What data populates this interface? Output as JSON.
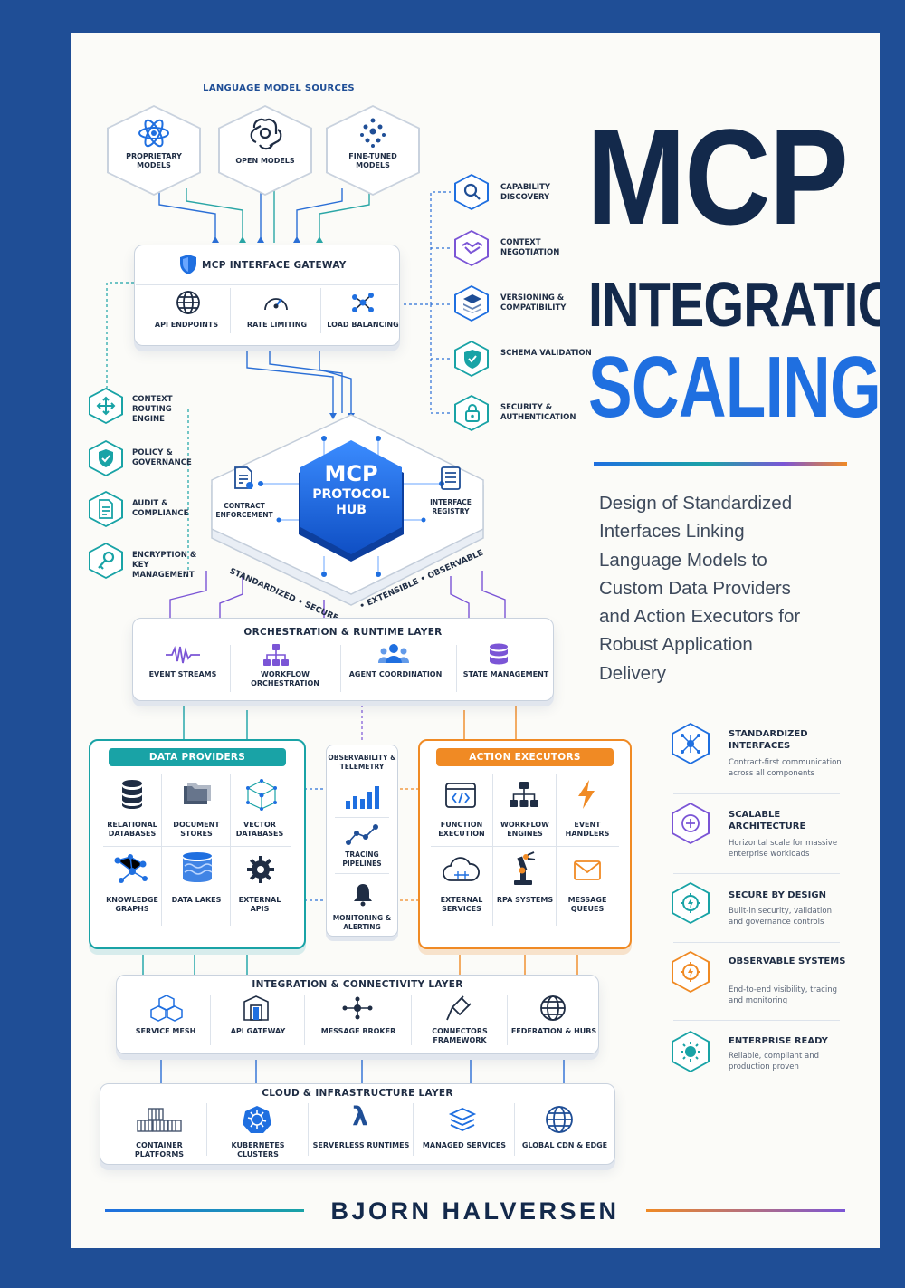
{
  "cover": {
    "title_line1": "MCP",
    "title_line2": "INTEGRATION",
    "title_line3": "SCALING",
    "subtitle": "Design of Standardized Interfaces Linking Language Models to Custom Data Providers and Action Executors for Robust Application Delivery",
    "author": "BJORN HALVERSEN"
  },
  "colors": {
    "navy": "#13294b",
    "blue": "#1f6fe0",
    "border": "#1f4e96",
    "teal": "#19a3a6",
    "orange": "#f08a24",
    "purple": "#7b55d6"
  },
  "model_sources": {
    "title": "LANGUAGE MODEL SOURCES",
    "items": [
      {
        "label": "PROPRIETARY MODELS",
        "icon": "atom-icon"
      },
      {
        "label": "OPEN MODELS",
        "icon": "openai-knot-icon"
      },
      {
        "label": "FINE-TUNED MODELS",
        "icon": "dots-cluster-icon"
      }
    ]
  },
  "gateway": {
    "title": "MCP INTERFACE GATEWAY",
    "items": [
      {
        "label": "API ENDPOINTS",
        "icon": "globe-icon"
      },
      {
        "label": "RATE LIMITING",
        "icon": "gauge-icon"
      },
      {
        "label": "LOAD BALANCING",
        "icon": "network-nodes-icon"
      }
    ]
  },
  "right_capabilities": [
    {
      "label": "CAPABILITY DISCOVERY",
      "icon": "magnifier-icon"
    },
    {
      "label": "CONTEXT NEGOTIATION",
      "icon": "handshake-icon"
    },
    {
      "label": "VERSIONING & COMPATIBILITY",
      "icon": "layers-icon"
    },
    {
      "label": "SCHEMA VALIDATION",
      "icon": "shield-check-icon"
    },
    {
      "label": "SECURITY & AUTHENTICATION",
      "icon": "padlock-icon"
    }
  ],
  "left_controls": [
    {
      "label": "CONTEXT ROUTING ENGINE",
      "icon": "routing-arrows-icon"
    },
    {
      "label": "POLICY & GOVERNANCE",
      "icon": "shield-check-icon"
    },
    {
      "label": "AUDIT & COMPLIANCE",
      "icon": "document-icon"
    },
    {
      "label": "ENCRYPTION & KEY MANAGEMENT",
      "icon": "key-icon"
    }
  ],
  "hub": {
    "title_line1": "MCP",
    "title_line2": "PROTOCOL",
    "title_line3": "HUB",
    "left": {
      "label": "CONTRACT ENFORCEMENT",
      "icon": "contract-icon"
    },
    "right": {
      "label": "INTERFACE REGISTRY",
      "icon": "registry-icon"
    },
    "ring_left": "STANDARDIZED • SECURE",
    "ring_right": "• EXTENSIBLE • OBSERVABLE"
  },
  "orchestration": {
    "title": "ORCHESTRATION & RUNTIME LAYER",
    "items": [
      {
        "label": "EVENT STREAMS",
        "icon": "waveform-icon"
      },
      {
        "label": "WORKFLOW ORCHESTRATION",
        "icon": "hierarchy-icon"
      },
      {
        "label": "AGENT COORDINATION",
        "icon": "people-icon"
      },
      {
        "label": "STATE MANAGEMENT",
        "icon": "database-icon"
      }
    ]
  },
  "data_providers": {
    "title": "DATA PROVIDERS",
    "items": [
      {
        "label": "RELATIONAL DATABASES",
        "icon": "database-icon"
      },
      {
        "label": "DOCUMENT STORES",
        "icon": "folders-icon"
      },
      {
        "label": "VECTOR DATABASES",
        "icon": "vector-cube-icon"
      },
      {
        "label": "KNOWLEDGE GRAPHS",
        "icon": "graph-icon"
      },
      {
        "label": "DATA LAKES",
        "icon": "lake-icon"
      },
      {
        "label": "EXTERNAL APIS",
        "icon": "gear-icon"
      }
    ]
  },
  "observability": {
    "title": "OBSERVABILITY & TELEMETRY",
    "items": [
      {
        "label": "",
        "icon": "bar-chart-icon"
      },
      {
        "label": "TRACING PIPELINES",
        "icon": "trace-icon"
      },
      {
        "label": "MONITORING & ALERTING",
        "icon": "bell-icon"
      }
    ]
  },
  "action_executors": {
    "title": "ACTION EXECUTORS",
    "items": [
      {
        "label": "FUNCTION EXECUTION",
        "icon": "code-window-icon"
      },
      {
        "label": "WORKFLOW ENGINES",
        "icon": "hierarchy-icon"
      },
      {
        "label": "EVENT HANDLERS",
        "icon": "lightning-icon"
      },
      {
        "label": "EXTERNAL SERVICES",
        "icon": "cloud-icon"
      },
      {
        "label": "RPA SYSTEMS",
        "icon": "robot-arm-icon"
      },
      {
        "label": "MESSAGE QUEUES",
        "icon": "envelope-icon"
      }
    ]
  },
  "integration": {
    "title": "INTEGRATION & CONNECTIVITY LAYER",
    "items": [
      {
        "label": "SERVICE MESH",
        "icon": "cubes-icon"
      },
      {
        "label": "API GATEWAY",
        "icon": "gateway-icon"
      },
      {
        "label": "MESSAGE BROKER",
        "icon": "broker-icon"
      },
      {
        "label": "CONNECTORS FRAMEWORK",
        "icon": "plug-icon"
      },
      {
        "label": "FEDERATION & HUBS",
        "icon": "globe-icon"
      }
    ]
  },
  "cloud": {
    "title": "CLOUD & INFRASTRUCTURE LAYER",
    "items": [
      {
        "label": "CONTAINER PLATFORMS",
        "icon": "containers-icon"
      },
      {
        "label": "KUBERNETES CLUSTERS",
        "icon": "kubernetes-icon"
      },
      {
        "label": "SERVERLESS RUNTIMES",
        "icon": "lambda-icon"
      },
      {
        "label": "MANAGED SERVICES",
        "icon": "stack-icon"
      },
      {
        "label": "GLOBAL CDN & EDGE",
        "icon": "globe-icon"
      }
    ]
  },
  "benefits": [
    {
      "title": "STANDARDIZED INTERFACES",
      "desc": "Contract-first communication across all components",
      "icon": "hub-nodes-icon"
    },
    {
      "title": "SCALABLE ARCHITECTURE",
      "desc": "Horizontal scale for massive enterprise workloads",
      "icon": "scale-icon"
    },
    {
      "title": "SECURE BY DESIGN",
      "desc": "Built-in security, validation and governance controls",
      "icon": "secure-gear-icon"
    },
    {
      "title": "OBSERVABLE SYSTEMS",
      "desc": "End-to-end visibility, tracing and monitoring",
      "icon": "observe-icon"
    },
    {
      "title": "ENTERPRISE READY",
      "desc": "Reliable, compliant and production proven",
      "icon": "sun-gear-icon"
    }
  ]
}
